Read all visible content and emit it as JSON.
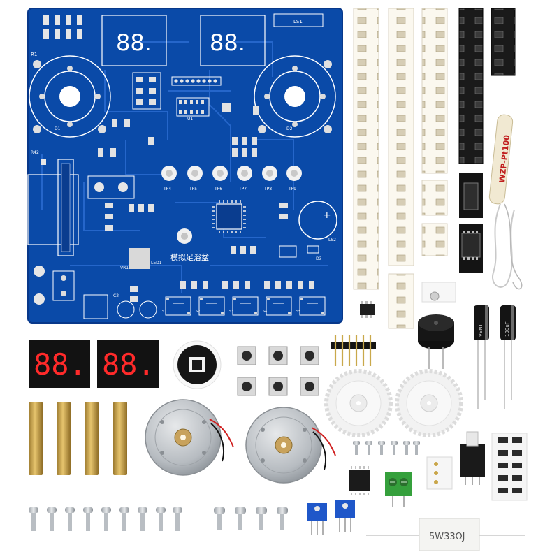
{
  "pcb": {
    "title_cn": "模拟足浴盆",
    "labels": {
      "r1": "R1",
      "r42": "R42",
      "lcd1": "LED1",
      "tp4": "TP4",
      "tp5": "TP5",
      "tp6": "TP6",
      "tp7": "TP7",
      "tp8": "TP8",
      "tp9": "TP9",
      "vr1": "VR1",
      "s1": "S1",
      "s2": "S2",
      "s3": "S3",
      "s4": "S4",
      "s5": "S5",
      "ls1": "LS1",
      "ls2": "LS2",
      "d1": "D1",
      "d2": "D2",
      "d3": "D3",
      "c2": "C2",
      "u1": "U1"
    },
    "display_digits": [
      "88.",
      "88."
    ]
  },
  "parts": {
    "sensor_label": "WZP-Pt100",
    "resistor_label": "5W33ΩJ",
    "capacitor_label": "100uF",
    "loose_display_digits": [
      "88.",
      "88."
    ],
    "capacitor_brand": "VENT"
  },
  "colors": {
    "pcb_blue": "#0a4aa8",
    "pcb_trace": "#1a5ec4",
    "silk": "#ffffff",
    "pad": "#d8d8d8",
    "display_red": "#ff2a2a",
    "display_body": "#111111",
    "brass": "#c9a24a",
    "motor_silver": "#b8bcc0",
    "gear_white": "#f4f4f4",
    "terminal_green": "#35a03c",
    "trimmer_blue": "#1f57c9"
  }
}
